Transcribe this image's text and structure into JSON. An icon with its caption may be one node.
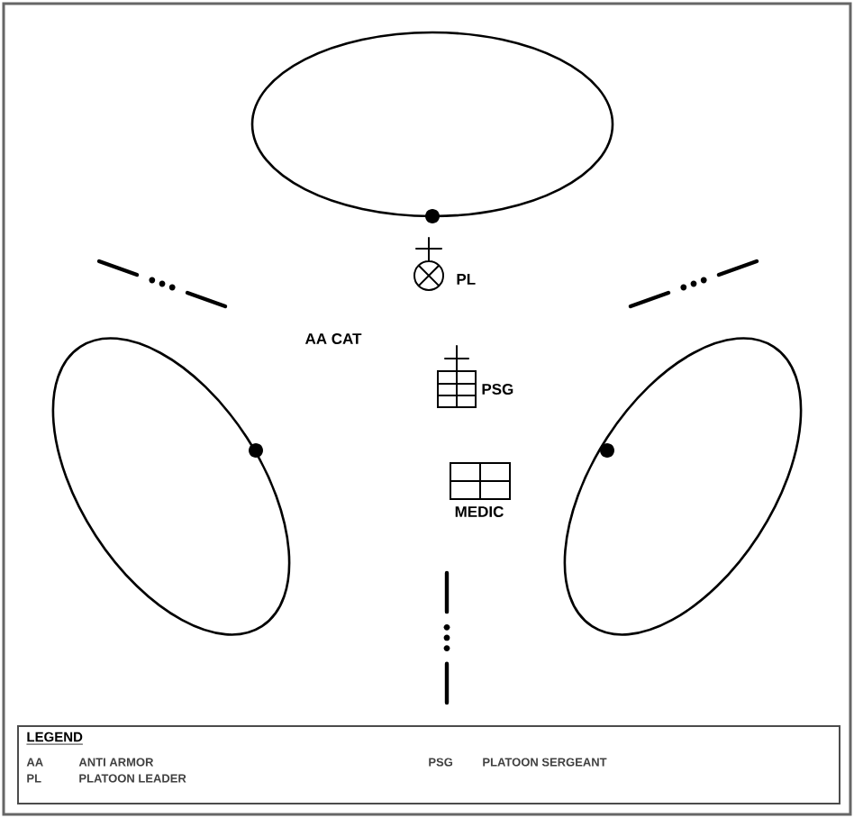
{
  "diagram": {
    "nodes": [
      {
        "text": [],
        "shape": "ellipse"
      },
      {
        "text": [
          "PL"
        ]
      },
      {
        "text": [
          "PSG"
        ]
      },
      {
        "text": [],
        "shape": "ellipse"
      },
      {
        "text": [],
        "shape": "ellipse"
      },
      {
        "text": [
          "MEDIC"
        ]
      }
    ],
    "labels": [
      "AA CAT",
      "LEGEND",
      "AA",
      "ANTI ARMOR",
      "PSG",
      "PLATOON SERGEANT",
      "PL",
      "PLATOON LEADER"
    ]
  }
}
